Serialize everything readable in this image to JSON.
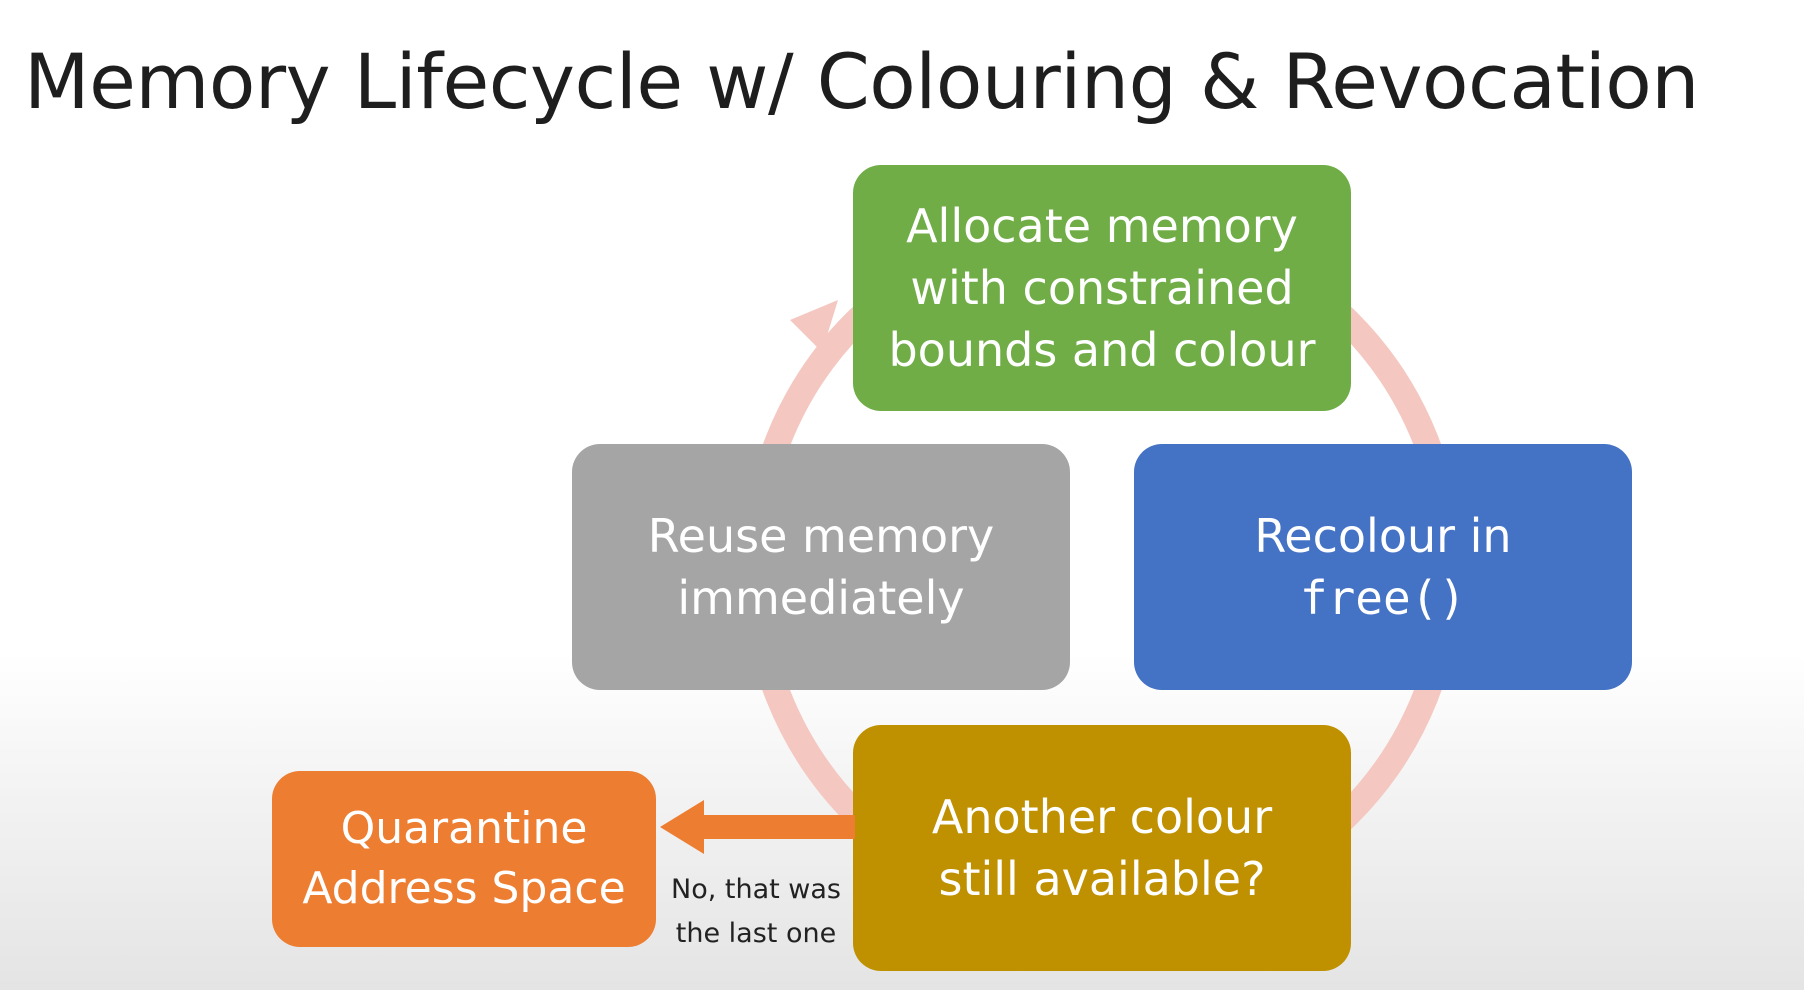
{
  "slide": {
    "title": "Memory Lifecycle w/ Colouring & Revocation"
  },
  "cycle": {
    "ring_color": "#f4c7c0",
    "steps": [
      {
        "lines": [
          "Allocate memory",
          "with constrained",
          "bounds and colour"
        ],
        "color": "#70ad47"
      },
      {
        "lines": [
          "Recolour in"
        ],
        "code": "free()",
        "color": "#4472c4"
      },
      {
        "lines": [
          "Another colour",
          "still available?"
        ],
        "color": "#bf9000"
      },
      {
        "lines": [
          "Reuse memory",
          "immediately"
        ],
        "color": "#a5a5a5"
      }
    ]
  },
  "exit_step": {
    "lines": [
      "Quarantine",
      "Address Space"
    ],
    "color": "#ed7d31"
  },
  "exit_arrow": {
    "label_lines": [
      "No, that was",
      "the last one"
    ],
    "color": "#ed7d31"
  }
}
